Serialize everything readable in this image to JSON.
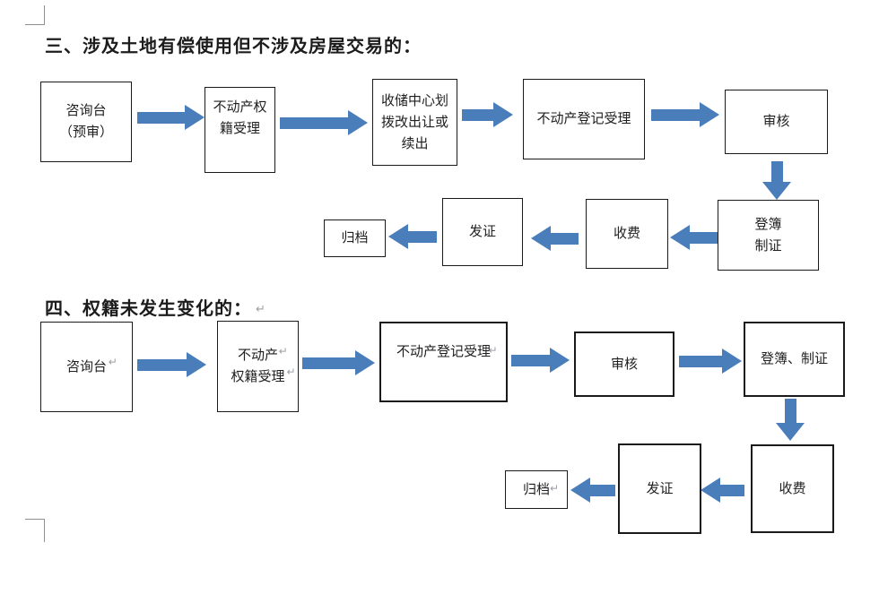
{
  "page": {
    "background": "#ffffff",
    "arrow_color": "#4a7ebb",
    "box_border_color": "#1a1a1a",
    "text_color": "#1f1f1f",
    "crop_mark_color": "#8f8f8f"
  },
  "glyphs": {
    "return_mark": "↵"
  },
  "section_three": {
    "heading": "三、涉及土地有偿使用但不涉及房屋交易的：",
    "nodes": [
      {
        "label": "咨询台\n（预审）"
      },
      {
        "label": "不动产权\n籍受理"
      },
      {
        "label": "收储中心划\n拨改出让或\n续出"
      },
      {
        "label": "不动产登记受理"
      },
      {
        "label": "审核"
      },
      {
        "label": "登簿\n制证"
      },
      {
        "label": "收费"
      },
      {
        "label": "发证"
      },
      {
        "label": "归档"
      }
    ]
  },
  "section_four": {
    "heading": "四、权籍未发生变化的：",
    "nodes": [
      {
        "label": "咨询台"
      },
      {
        "label": "不动产\n权籍受理"
      },
      {
        "label": "不动产登记受理"
      },
      {
        "label": "审核"
      },
      {
        "label": "登簿、制证"
      },
      {
        "label": "收费"
      },
      {
        "label": "发证"
      },
      {
        "label": "归档"
      }
    ]
  }
}
